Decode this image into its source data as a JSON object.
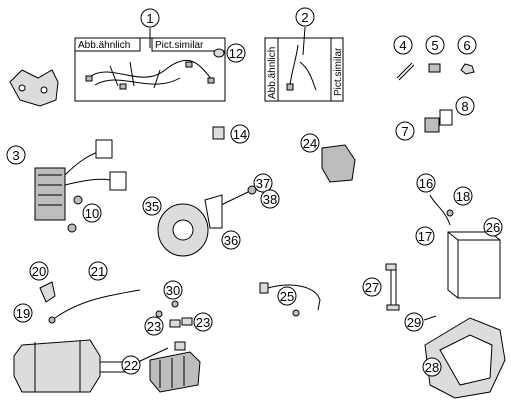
{
  "boxes": {
    "harness_main": {
      "caption_left": "Abb.ähnlich",
      "caption_right": "Pict.similar"
    },
    "harness_sub": {
      "caption_left": "Abb.ähnlich",
      "caption_right": "Pict.similar"
    }
  },
  "callouts": {
    "c1": "1",
    "c2": "2",
    "c3": "3",
    "c4": "4",
    "c5": "5",
    "c6": "6",
    "c7": "7",
    "c8": "8",
    "c10": "10",
    "c12": "12",
    "c14": "14",
    "c16": "16",
    "c17": "17",
    "c18": "18",
    "c19": "19",
    "c20": "20",
    "c21": "21",
    "c22": "22",
    "c23a": "23",
    "c23b": "23",
    "c24": "24",
    "c25": "25",
    "c26": "26",
    "c27": "27",
    "c28": "28",
    "c29": "29",
    "c30": "30",
    "c35": "35",
    "c36": "36",
    "c37": "37",
    "c38": "38"
  }
}
